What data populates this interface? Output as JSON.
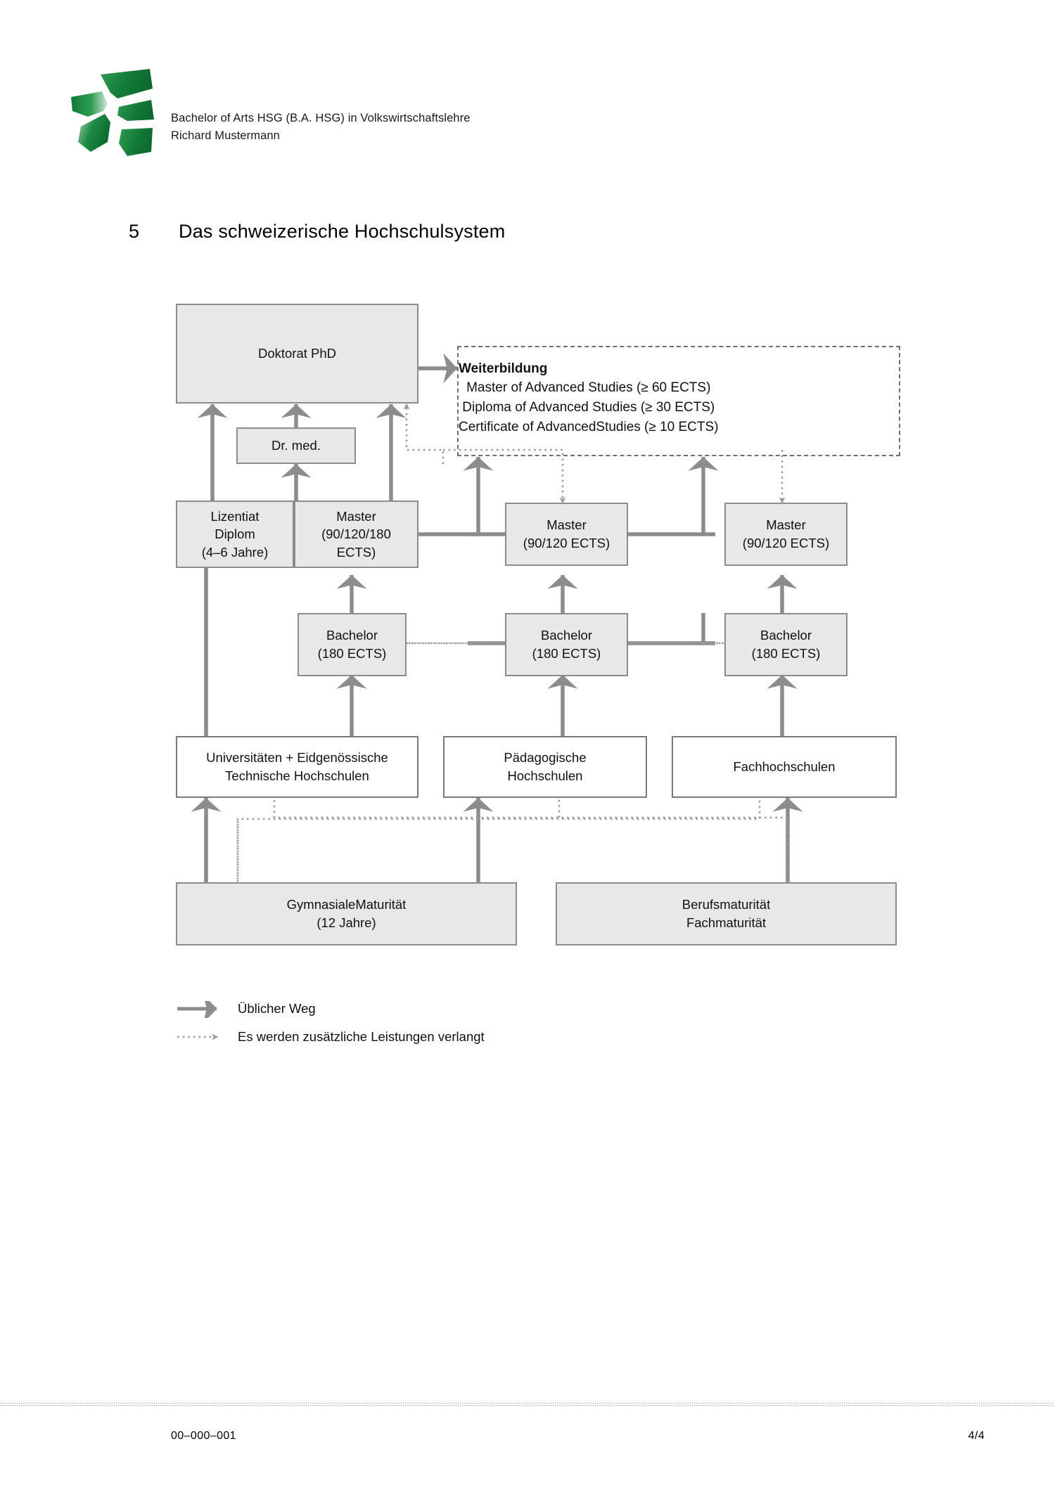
{
  "page": {
    "document_header_line1": "Bachelor of Arts HSG (B.A. HSG) in Volkswirtschaftslehre",
    "document_header_line2": "Richard Mustermann",
    "logo_color": "#16833c",
    "logo_name": "hsg-logo"
  },
  "section": {
    "number": "5",
    "heading": "Das schweizerische Hochschulsystem"
  },
  "diagram": {
    "nodes": {
      "doktorat": {
        "label": "Doktorat PhD"
      },
      "weiterbildung": {
        "title": "Weiterbildung",
        "lines": "Master of Advanced Studies (≥ 60 ECTS)\nDiploma of Advanced Studies (≥ 30 ECTS)\nCertificate of AdvancedStudies (≥ 10 ECTS)"
      },
      "dr_med": {
        "label": "Dr. med."
      },
      "lizentiat": {
        "label": "Lizentiat\nDiplom\n(4–6 Jahre)"
      },
      "master_uni": {
        "label": "Master\n(90/120/180\nECTS)"
      },
      "master_ph": {
        "label": "Master\n(90/120 ECTS)"
      },
      "master_fh": {
        "label": "Master\n(90/120 ECTS)"
      },
      "bachelor_uni": {
        "label": "Bachelor\n(180 ECTS)"
      },
      "bachelor_ph": {
        "label": "Bachelor\n(180 ECTS)"
      },
      "bachelor_fh": {
        "label": "Bachelor\n(180 ECTS)"
      },
      "universitaeten": {
        "label": "Universitäten + Eidgenössische\nTechnische Hochschulen"
      },
      "paedagogische": {
        "label": "Pädagogische\nHochschulen"
      },
      "fachhochschulen": {
        "label": "Fachhochschulen"
      },
      "gymnasiale_maturitaet": {
        "label": "GymnasialeMaturität\n(12 Jahre)"
      },
      "berufsmaturitaet": {
        "label": "Berufsmaturität\nFachmaturität"
      }
    },
    "legend": [
      {
        "glyph": "solid-arrow-icon",
        "label": "Üblicher Weg"
      },
      {
        "glyph": "dotted-arrow-icon",
        "label": "Es werden zusätzliche Leistungen verlangt"
      }
    ],
    "colors": {
      "node_fill": "#e8e8e8",
      "node_border": "#8c8c8c",
      "connector": "#8c8c8c",
      "dotted_connector": "#9a9a9a"
    }
  },
  "footer": {
    "left": "00–000–001",
    "right": "4/4"
  }
}
